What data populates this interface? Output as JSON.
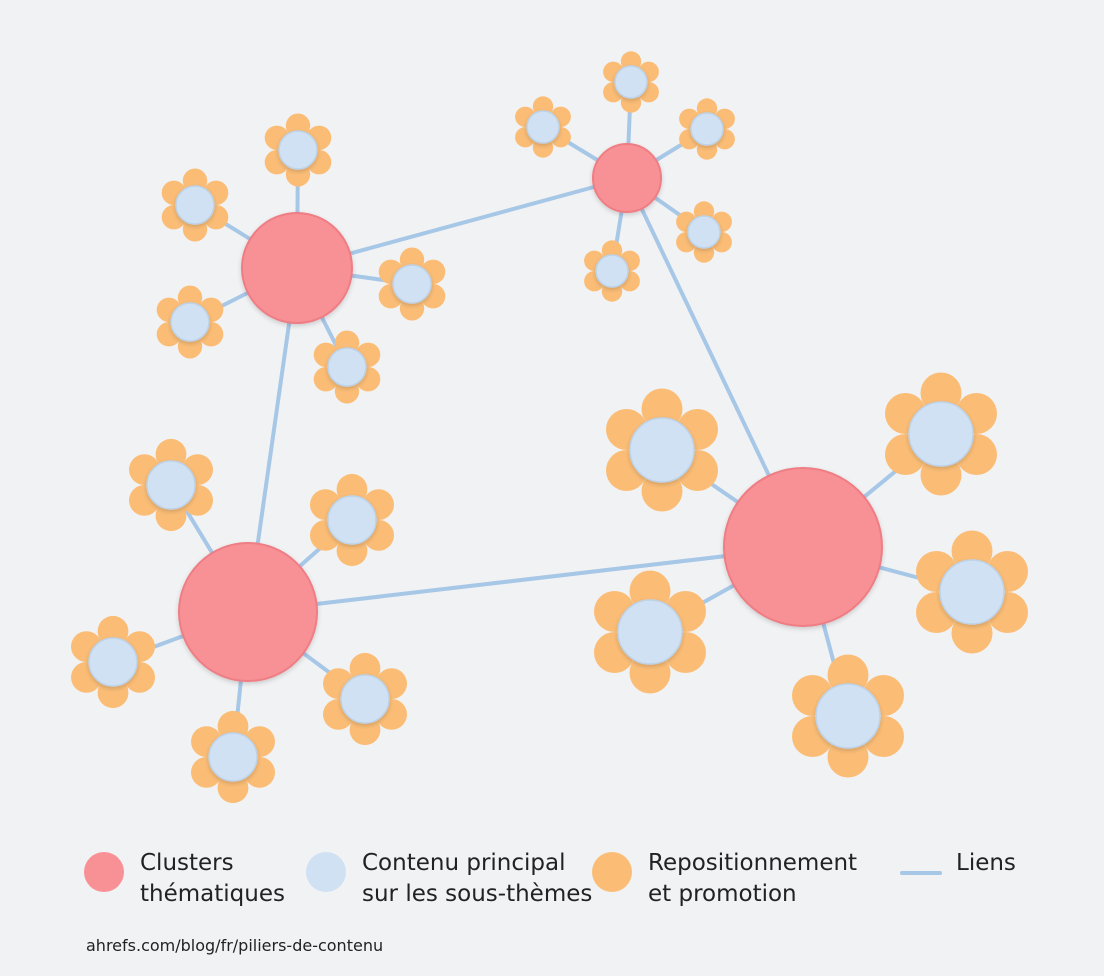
{
  "colors": {
    "background": "#f1f2f4",
    "cluster": "#f79196",
    "cluster_stroke": "#ef7d84",
    "content": "#cfe1f3",
    "content_stroke": "#bdd2e8",
    "promo": "#fbbd76",
    "link": "#a7c7e7"
  },
  "icons": {
    "cluster": "red-circle",
    "content": "light-blue-circle",
    "promo": "orange-flower-petals",
    "link": "blue-line"
  },
  "legend": {
    "clusters": "Clusters\nthématiques",
    "content": "Contenu principal\nsur les sous-thèmes",
    "promo": "Repositionnement\net promotion",
    "links": "Liens"
  },
  "source": "ahrefs.com/blog/fr/piliers-de-contenu"
}
